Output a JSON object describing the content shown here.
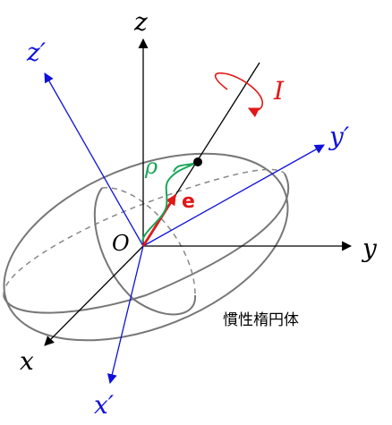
{
  "colors": {
    "black": "#000000",
    "blue": "#1010dd",
    "red": "#e01818",
    "green": "#1aa65a",
    "gray": "#777777"
  },
  "labels": {
    "z": "z",
    "y": "y",
    "x": "x",
    "z_prime": "z′",
    "y_prime": "y′",
    "x_prime": "x′",
    "origin": "O",
    "rho": "ρ",
    "e": "e",
    "I": "I",
    "ellipsoid_caption": "慣性楕円体"
  }
}
